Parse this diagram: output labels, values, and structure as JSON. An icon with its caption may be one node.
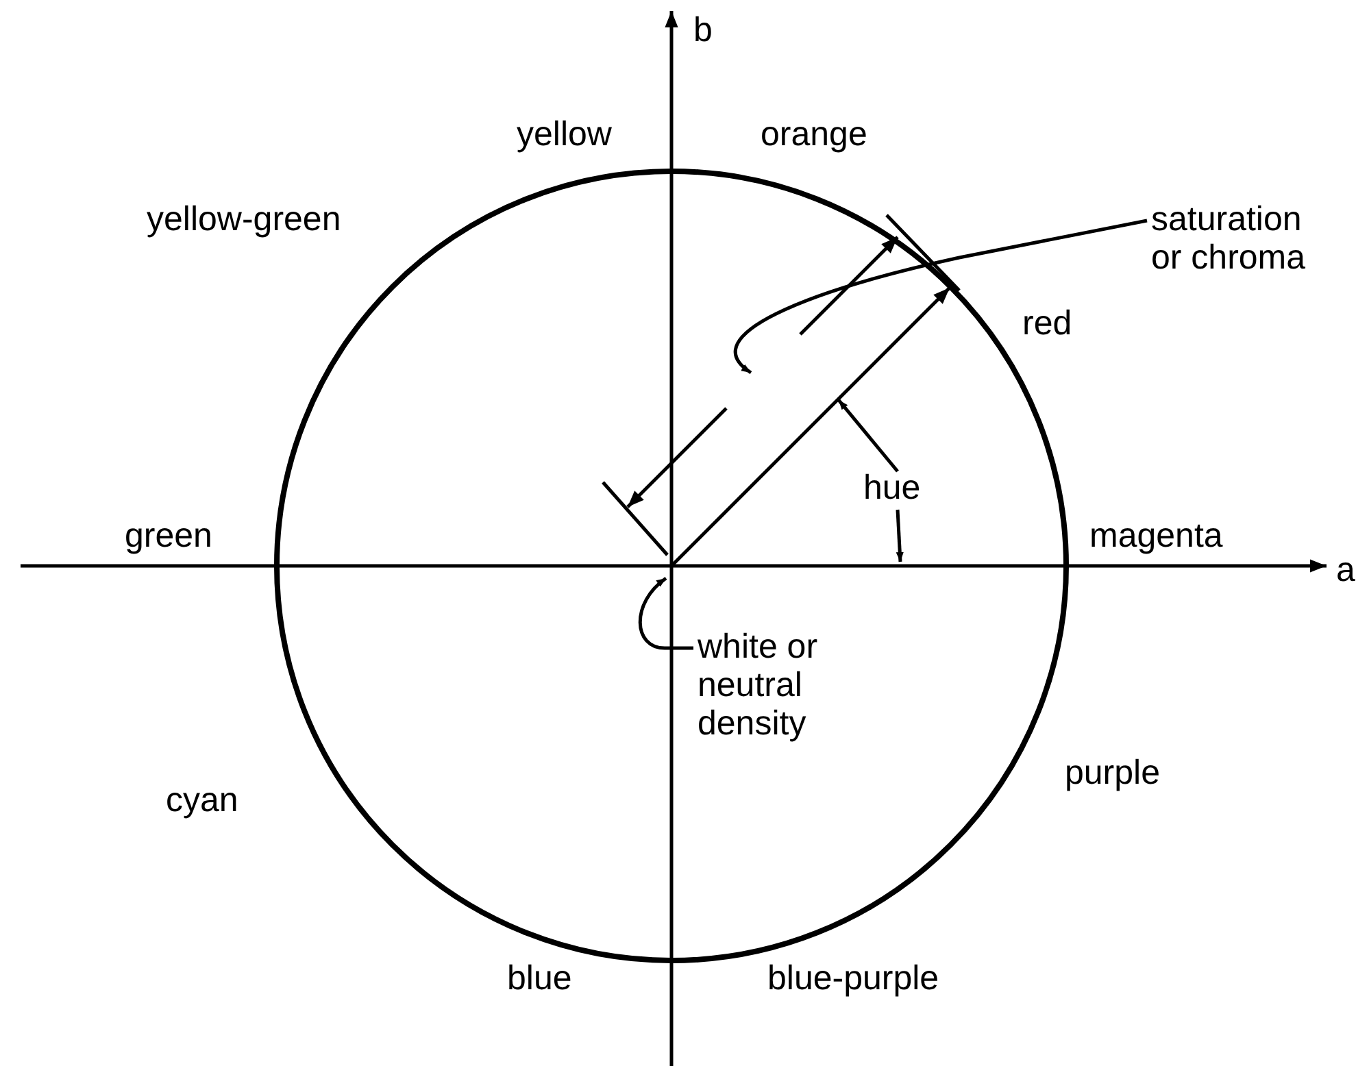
{
  "diagram": {
    "nodes": [
      {
        "text": [
          "saturation or chroma"
        ]
      },
      {
        "text": [
          "hue"
        ]
      },
      {
        "text": [
          "white or neutral density"
        ]
      }
    ],
    "edges": [
      {
        "from": 0,
        "to": null,
        "arrow": "to"
      },
      {
        "from": 1,
        "to": null,
        "arrow": "to"
      },
      {
        "from": 1,
        "to": null,
        "arrow": "to"
      },
      {
        "from": 2,
        "to": null,
        "arrow": "to"
      }
    ],
    "labels": [
      "b",
      "yellow",
      "orange",
      "yellow-green",
      "red",
      "green",
      "magenta",
      "a",
      "cyan",
      "purple",
      "blue",
      "blue-purple"
    ]
  }
}
